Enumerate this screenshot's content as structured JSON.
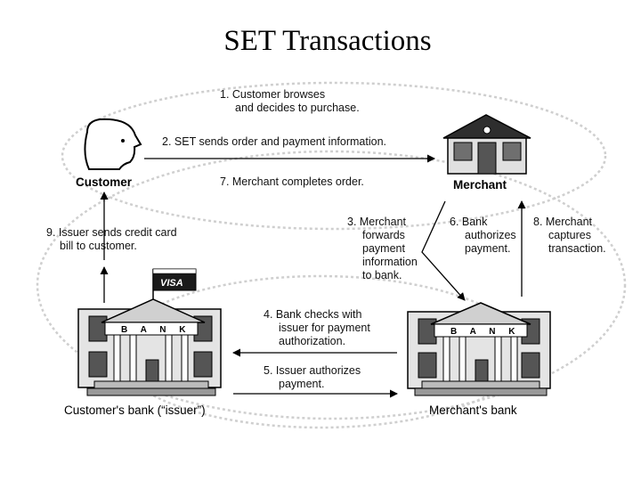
{
  "title": "SET Transactions",
  "nodes": {
    "customer": "Customer",
    "merchant": "Merchant",
    "customers_bank": "Customer's bank (“issuer”)",
    "merchants_bank": "Merchant's bank"
  },
  "bank_sign": "B A N K",
  "card_brand": "VISA",
  "steps": {
    "s1": [
      "1. Customer browses",
      "and decides to purchase."
    ],
    "s2": [
      "2. SET sends order and payment information."
    ],
    "s7": [
      "7. Merchant completes order."
    ],
    "s9": [
      "9. Issuer sends credit card",
      "bill to customer."
    ],
    "s3": [
      "3. Merchant",
      "forwards",
      "payment",
      "information",
      "to bank."
    ],
    "s6": [
      "6. Bank",
      "authorizes",
      "payment."
    ],
    "s8": [
      "8. Merchant",
      "captures",
      "transaction."
    ],
    "s4": [
      "4. Bank checks with",
      "issuer for payment",
      "authorization."
    ],
    "s5": [
      "5. Issuer authorizes",
      "payment."
    ]
  }
}
